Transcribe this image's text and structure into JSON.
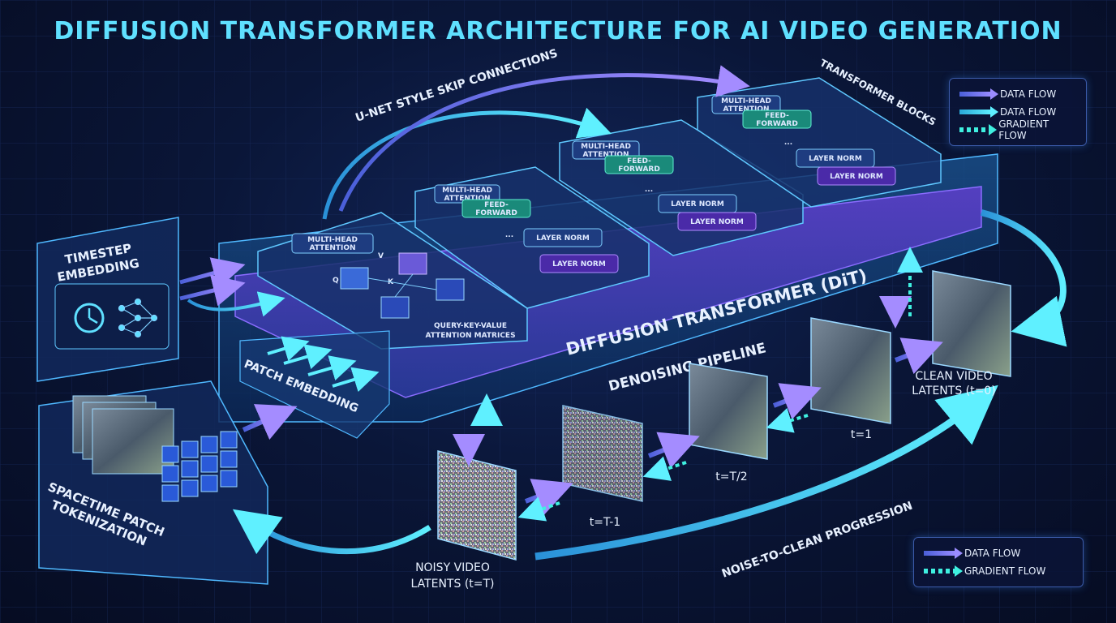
{
  "title": "DIFFUSION TRANSFORMER ARCHITECTURE FOR AI VIDEO GENERATION",
  "labels": {
    "skip_connections": "U-NET STYLE SKIP CONNECTIONS",
    "transformer_blocks": "TRANSFORMER BLOCKS",
    "timestep_embedding": [
      "TIMESTEP",
      "EMBEDDING"
    ],
    "patch_embedding": "PATCH EMBEDDING",
    "tokenization": [
      "SPACETIME PATCH",
      "TOKENIZATION"
    ],
    "dit": "DIFFUSION TRANSFORMER (DiT)",
    "denoising": "DENOISING PIPELINE",
    "qkv": [
      "QUERY-KEY-VALUE",
      "ATTENTION MATRICES"
    ],
    "noisy": [
      "NOISY VIDEO",
      "LATENTS (t=T)"
    ],
    "clean": [
      "CLEAN VIDEO",
      "LATENTS (t=0)"
    ],
    "progression": "NOISE-TO-CLEAN PROGRESSION",
    "q": "Q",
    "k": "K",
    "v": "V"
  },
  "block_labels": {
    "attention": [
      "MULTI-HEAD",
      "ATTENTION"
    ],
    "feed_forward": [
      "FEED-",
      "FORWARD"
    ],
    "layer_norm": "LAYER NORM",
    "ellipsis": "..."
  },
  "timesteps": [
    "t=T-1",
    "t=T/2",
    "t=1"
  ],
  "legend_top": [
    {
      "label": "DATA FLOW",
      "style": "solid-purple"
    },
    {
      "label": "DATA FLOW",
      "style": "solid-cyan"
    },
    {
      "label": "GRADIENT FLOW",
      "style": "dashed"
    }
  ],
  "legend_bottom": [
    {
      "label": "DATA FLOW",
      "style": "solid-purple"
    },
    {
      "label": "GRADIENT FLOW",
      "style": "dashed"
    }
  ],
  "colors": {
    "accent_cyan": "#5fe0ff",
    "accent_purple": "#8a6cff",
    "panel_border": "#4fb8ff",
    "background": "#0a1638"
  }
}
